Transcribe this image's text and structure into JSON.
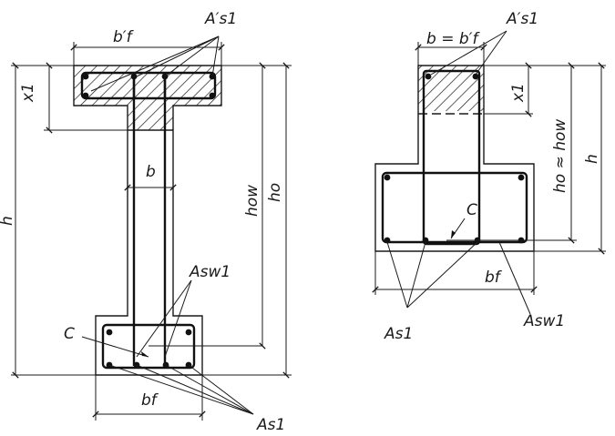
{
  "labels": {
    "As1_prime": "A′s1",
    "bf_prime": "b′f",
    "x1": "x1",
    "b": "b",
    "h": "h",
    "how": "how",
    "ho": "ho",
    "Asw1": "Asw1",
    "C": "C",
    "bf": "bf",
    "As1": "As1",
    "b_eq_bf_prime": "b = b′f",
    "ho_approx_how": "ho ≈ how"
  }
}
